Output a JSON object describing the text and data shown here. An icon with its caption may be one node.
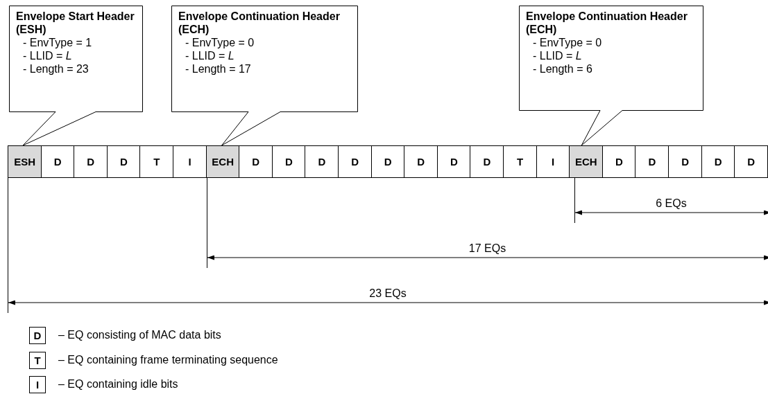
{
  "diagram": {
    "nodes": [
      {
        "text": [
          "Envelope Start Header (ESH)",
          "- EnvType = 1",
          "- LLID = *L*",
          "- Length = 23"
        ]
      },
      {
        "text": [
          "Envelope Continuation Header (ECH)",
          "- EnvType = 0",
          "- LLID = *L*",
          "- Length = 17"
        ]
      },
      {
        "text": [
          "Envelope Continuation Header (ECH)",
          "- EnvType = 0",
          "- LLID = *L*",
          "- Length = 6"
        ]
      },
      {
        "text": [
          "ESH"
        ]
      },
      {
        "text": [
          "D"
        ]
      },
      {
        "text": [
          "D"
        ]
      },
      {
        "text": [
          "D"
        ]
      },
      {
        "text": [
          "T"
        ]
      },
      {
        "text": [
          "I"
        ]
      },
      {
        "text": [
          "ECH"
        ]
      },
      {
        "text": [
          "D"
        ]
      },
      {
        "text": [
          "D"
        ]
      },
      {
        "text": [
          "D"
        ]
      },
      {
        "text": [
          "D"
        ]
      },
      {
        "text": [
          "D"
        ]
      },
      {
        "text": [
          "D"
        ]
      },
      {
        "text": [
          "D"
        ]
      },
      {
        "text": [
          "D"
        ]
      },
      {
        "text": [
          "T"
        ]
      },
      {
        "text": [
          "I"
        ]
      },
      {
        "text": [
          "ECH"
        ]
      },
      {
        "text": [
          "D"
        ]
      },
      {
        "text": [
          "D"
        ]
      },
      {
        "text": [
          "D"
        ]
      },
      {
        "text": [
          "D"
        ]
      },
      {
        "text": [
          "D"
        ]
      },
      {
        "text": [
          "D"
        ],
        "beside": [
          "– EQ consisting of MAC data bits"
        ]
      },
      {
        "text": [
          "T"
        ],
        "beside": [
          "– EQ containing frame terminating sequence"
        ]
      },
      {
        "text": [
          "I"
        ],
        "beside": [
          "– EQ containing idle bits"
        ]
      }
    ],
    "edges": [
      {
        "from": 0,
        "to": 3,
        "arrow": "none"
      },
      {
        "from": 1,
        "to": 9,
        "arrow": "none"
      },
      {
        "from": 2,
        "to": 20,
        "arrow": "none"
      }
    ],
    "labels": [
      "6 EQs",
      "17 EQs",
      "23 EQs"
    ]
  }
}
